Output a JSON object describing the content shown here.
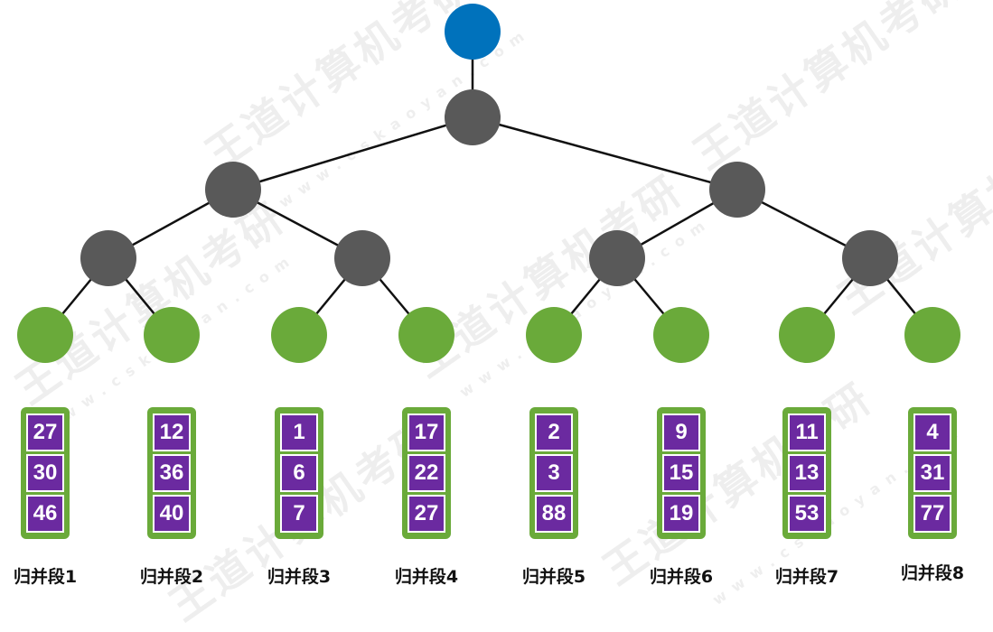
{
  "colors": {
    "root": "#0072bc",
    "internal": "#595959",
    "leaf": "#6aaa3a",
    "cell": "#6b2aa0",
    "edge": "#111111"
  },
  "watermark": {
    "brand": "王道计算机考研",
    "site": "www.cskaoyan.com"
  },
  "segments": [
    {
      "label": "归并段1",
      "values": [
        "27",
        "30",
        "46"
      ]
    },
    {
      "label": "归并段2",
      "values": [
        "12",
        "36",
        "40"
      ]
    },
    {
      "label": "归并段3",
      "values": [
        "1",
        "6",
        "7"
      ]
    },
    {
      "label": "归并段4",
      "values": [
        "17",
        "22",
        "27"
      ]
    },
    {
      "label": "归并段5",
      "values": [
        "2",
        "3",
        "88"
      ]
    },
    {
      "label": "归并段6",
      "values": [
        "9",
        "15",
        "19"
      ]
    },
    {
      "label": "归并段7",
      "values": [
        "11",
        "13",
        "53"
      ]
    },
    {
      "label": "归并段8",
      "values": [
        "4",
        "31",
        "77"
      ]
    }
  ]
}
